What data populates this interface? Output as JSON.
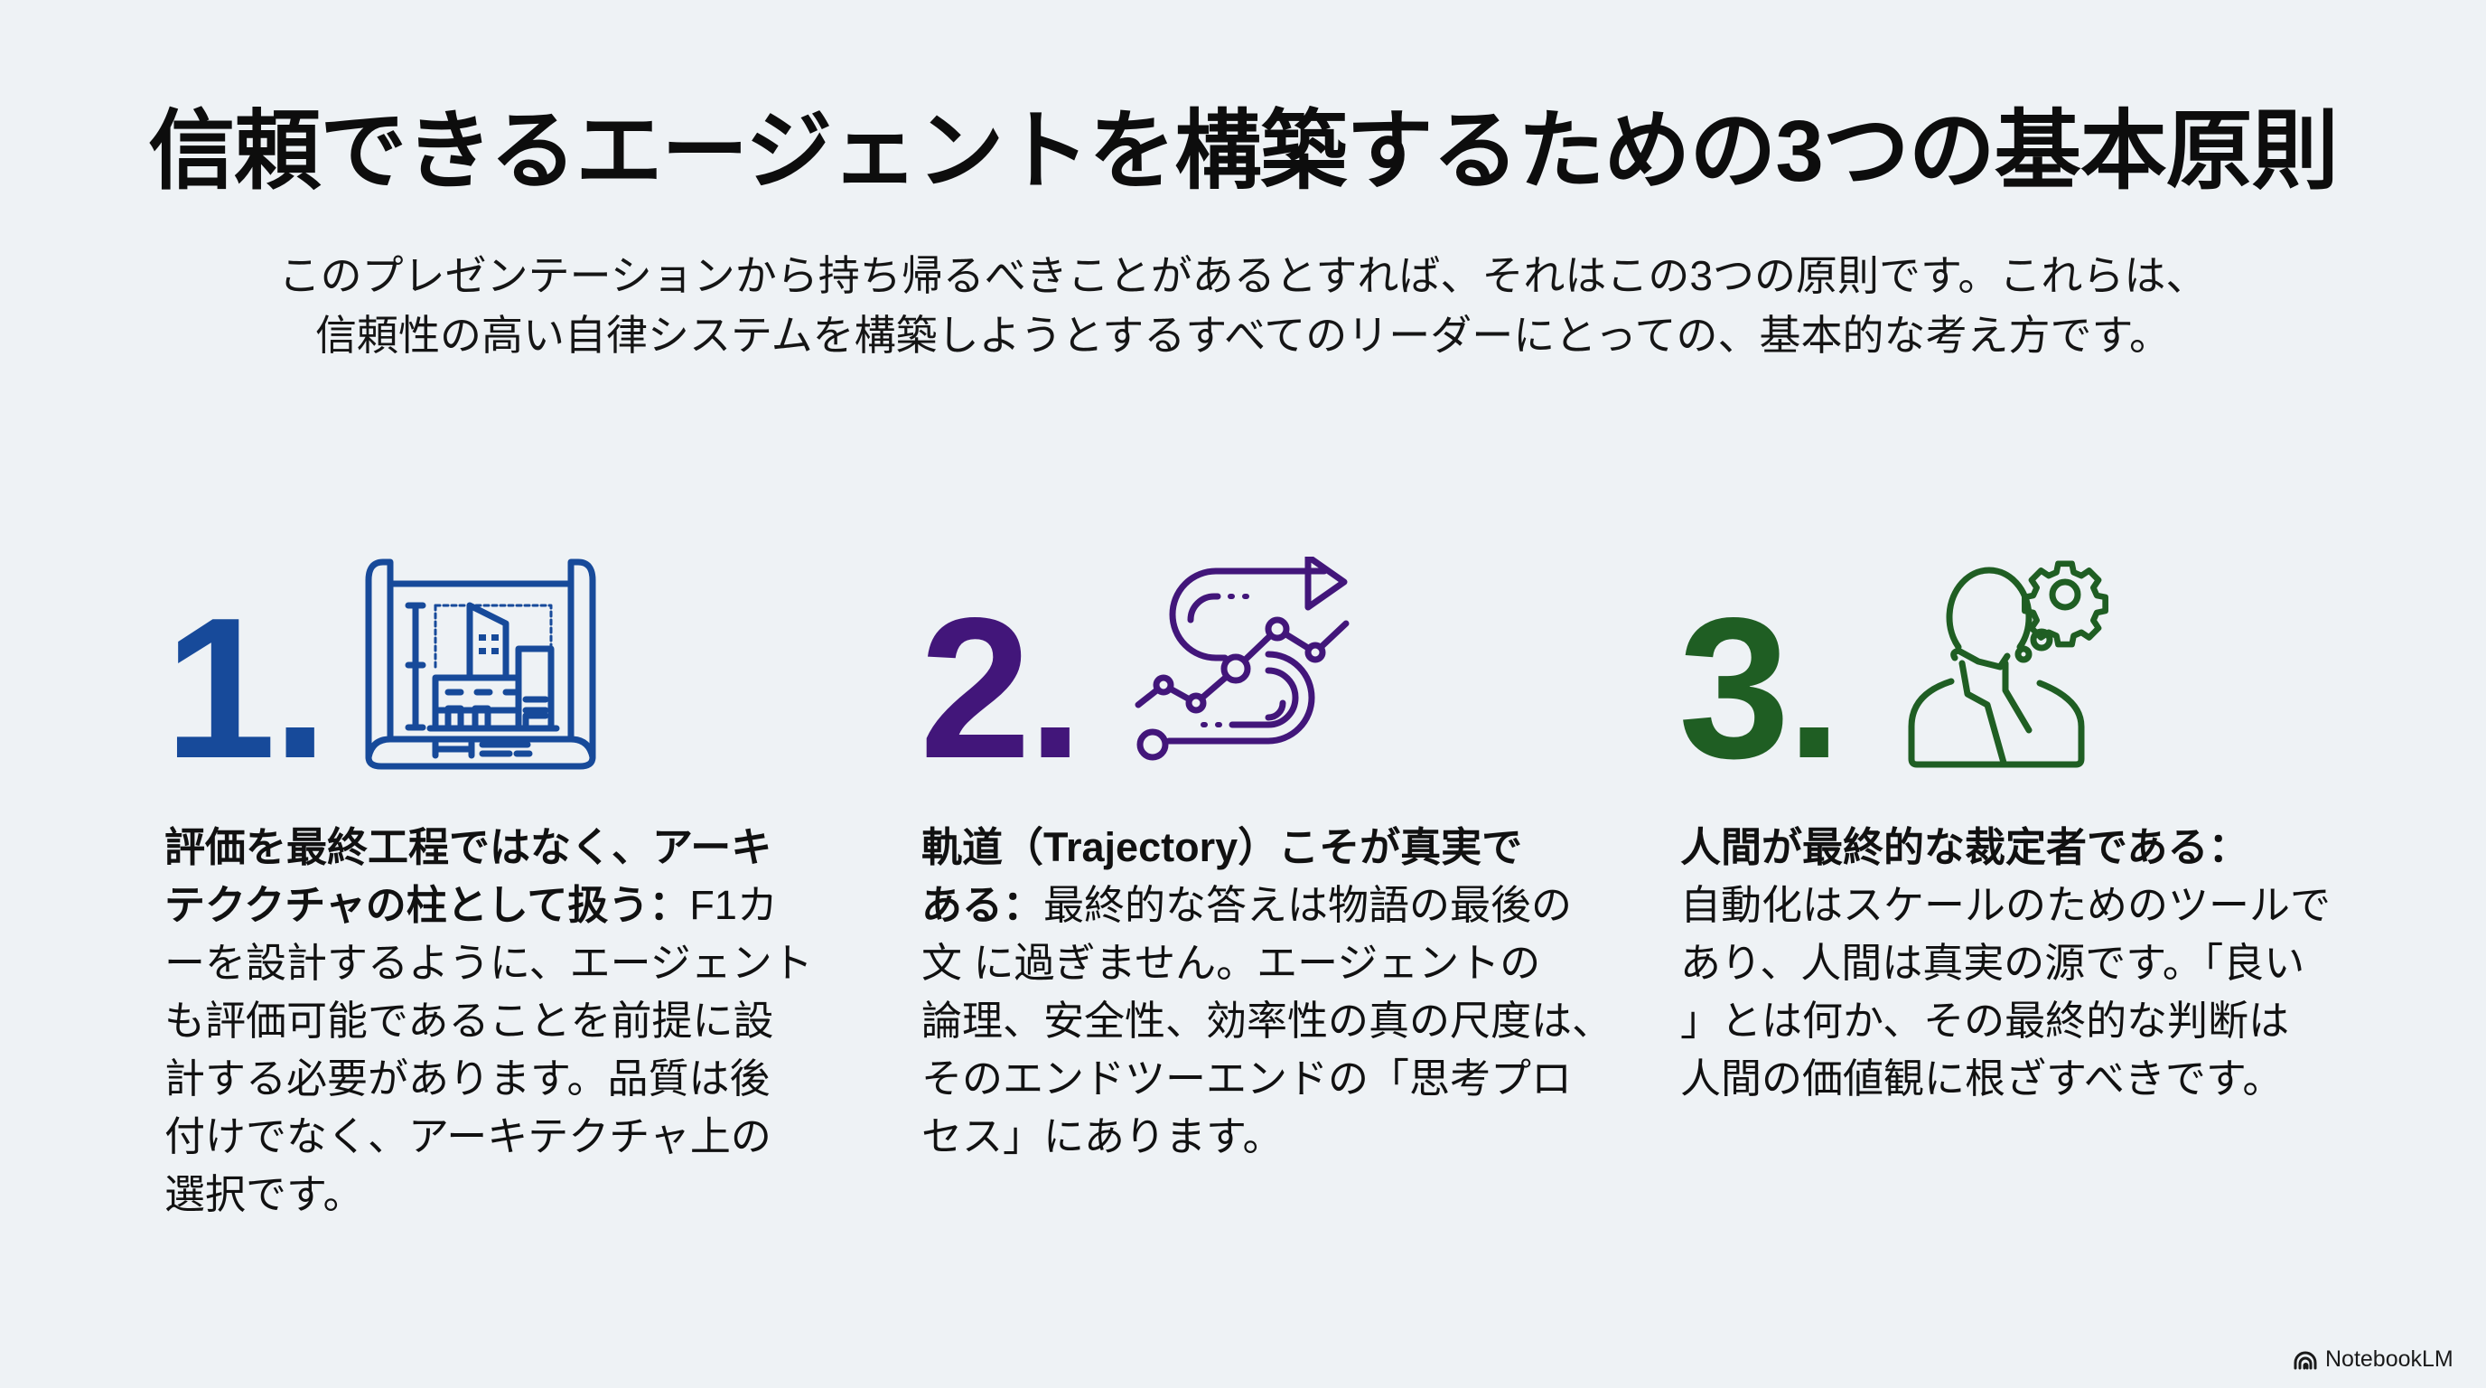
{
  "slide": {
    "title": "信頼できるエージェントを構築するための3つの基本原則",
    "subtitle_lines": [
      "このプレゼンテーションから持ち帰るべきことがあるとすれば、それはこの3つの原則です。これらは、",
      "信頼性の高い自律システムを構築しようとするすべてのリーダーにとっての、基本的な考え方です。"
    ],
    "background_color": "#eef2f5"
  },
  "principles": [
    {
      "number": "1.",
      "color": "#174a9a",
      "icon": "blueprint-building-icon",
      "lines": [
        [
          {
            "text": "評価を最終工程ではなく、アーキ",
            "bold": true
          }
        ],
        [
          {
            "text": "テククチャの柱として扱う：",
            "bold": true
          },
          {
            "text": "F1カ",
            "bold": false
          }
        ],
        [
          {
            "text": "ーを設計するように、エージェント",
            "bold": false
          }
        ],
        [
          {
            "text": "も評価可能であることを前提に設",
            "bold": false
          }
        ],
        [
          {
            "text": "計する必要があります。品質は後",
            "bold": false
          }
        ],
        [
          {
            "text": "付けでなく、アーキテクチャ上の",
            "bold": false
          }
        ],
        [
          {
            "text": "選択です。",
            "bold": false
          }
        ]
      ]
    },
    {
      "number": "2.",
      "color": "#42167a",
      "icon": "trajectory-path-icon",
      "lines": [
        [
          {
            "text": "軌道（Trajectory）こそが真実で",
            "bold": true
          }
        ],
        [
          {
            "text": "ある：",
            "bold": true
          },
          {
            "text": "最終的な答えは物語の最後の",
            "bold": false
          }
        ],
        [
          {
            "text": "文 に過ぎません。エージェントの",
            "bold": false
          }
        ],
        [
          {
            "text": "論理、安全性、効率性の真の尺度は、",
            "bold": false
          }
        ],
        [
          {
            "text": "そのエンドツーエンドの「思考プロ",
            "bold": false
          }
        ],
        [
          {
            "text": "セス」にあります。",
            "bold": false
          }
        ]
      ]
    },
    {
      "number": "3.",
      "color": "#1f5e23",
      "icon": "thinking-person-gear-icon",
      "lines": [
        [
          {
            "text": "人間が最終的な裁定者である：",
            "bold": true
          }
        ],
        [
          {
            "text": "自動化はスケールのためのツールで",
            "bold": false
          }
        ],
        [
          {
            "text": "あり、人間は真実の源です。「良い",
            "bold": false
          }
        ],
        [
          {
            "text": "」とは何か、その最終的な判断は",
            "bold": false
          }
        ],
        [
          {
            "text": "人間の価値観に根ざすべきです。",
            "bold": false
          }
        ]
      ]
    }
  ],
  "branding": {
    "logo_text": "NotebookLM",
    "logo_icon": "notebooklm-logo-icon"
  }
}
